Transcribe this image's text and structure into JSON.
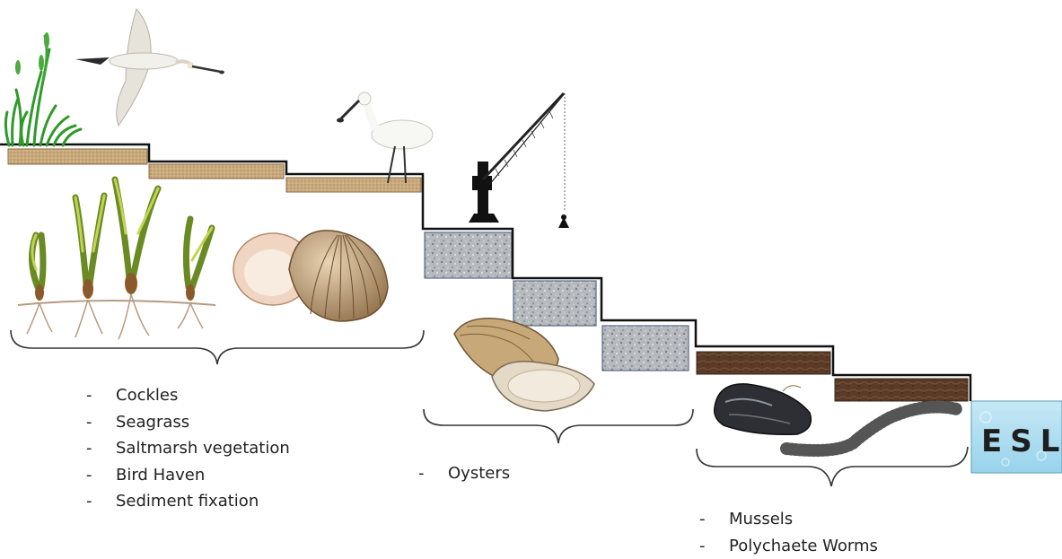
{
  "groups": [
    {
      "items": [
        "Cockles",
        "Seagrass",
        "Saltmarsh vegetation",
        "Bird Haven",
        "Sediment fixation"
      ]
    },
    {
      "items": [
        "Oysters"
      ]
    },
    {
      "items": [
        "Mussels",
        "Polychaete Worms"
      ]
    }
  ],
  "water_label": "ESL",
  "icons": {
    "flying_bird": "spoonbill-flying-icon",
    "standing_bird": "spoonbill-standing-icon",
    "vegetation": "saltmarsh-grass-icon",
    "seagrass": "seagrass-plant-icon",
    "cockle": "cockle-shell-icon",
    "crane": "harbour-crane-icon",
    "oyster": "oyster-shell-icon",
    "mussel": "mussel-shell-icon",
    "worm": "polychaete-worm-icon"
  },
  "colors": {
    "sand": "#c8a97a",
    "gravel": "#b9bcc0",
    "mud": "#5b3c28",
    "water": "#a9dbef"
  }
}
